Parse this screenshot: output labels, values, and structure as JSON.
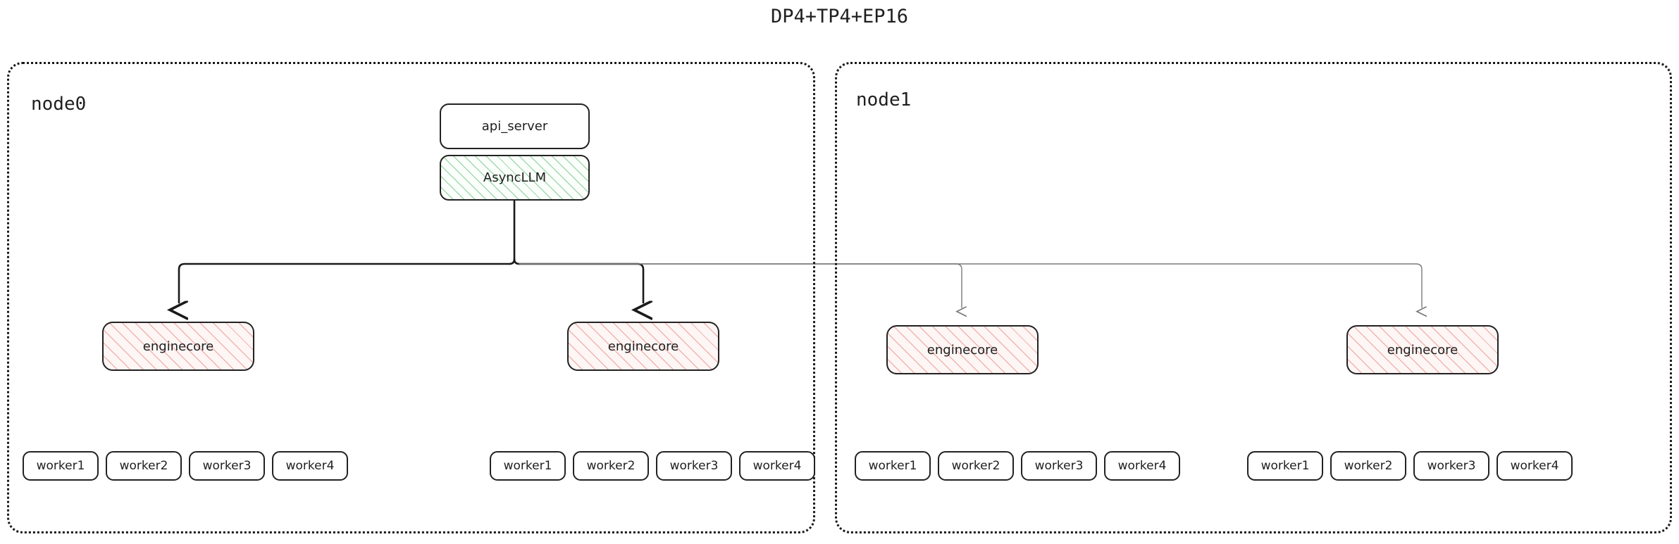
{
  "title": "DP4+TP4+EP16",
  "colors": {
    "border": "#222222",
    "container_border": "#1a1a1a",
    "async_hatch": "#5cb870",
    "enginecore_hatch": "#e88a80",
    "arrow_dark": "#1a1a1a",
    "arrow_light": "#808080",
    "text": "#1f1f1f",
    "background": "#ffffff"
  },
  "nodes": [
    {
      "id": "node0",
      "label": "node0",
      "top_boxes": [
        {
          "id": "api_server",
          "label": "api_server",
          "style": "plain"
        },
        {
          "id": "async_llm",
          "label": "AsyncLLM",
          "style": "hatch-green"
        }
      ],
      "enginecores": [
        {
          "id": "node0-enginecore-0",
          "label": "enginecore",
          "style": "hatch-pink",
          "workers": [
            {
              "label": "worker1"
            },
            {
              "label": "worker2"
            },
            {
              "label": "worker3"
            },
            {
              "label": "worker4"
            }
          ]
        },
        {
          "id": "node0-enginecore-1",
          "label": "enginecore",
          "style": "hatch-pink",
          "workers": [
            {
              "label": "worker1"
            },
            {
              "label": "worker2"
            },
            {
              "label": "worker3"
            },
            {
              "label": "worker4"
            }
          ]
        }
      ]
    },
    {
      "id": "node1",
      "label": "node1",
      "top_boxes": [],
      "enginecores": [
        {
          "id": "node1-enginecore-0",
          "label": "enginecore",
          "style": "hatch-pink",
          "workers": [
            {
              "label": "worker1"
            },
            {
              "label": "worker2"
            },
            {
              "label": "worker3"
            },
            {
              "label": "worker4"
            }
          ]
        },
        {
          "id": "node1-enginecore-1",
          "label": "enginecore",
          "style": "hatch-pink",
          "workers": [
            {
              "label": "worker1"
            },
            {
              "label": "worker2"
            },
            {
              "label": "worker3"
            },
            {
              "label": "worker4"
            }
          ]
        }
      ]
    }
  ]
}
